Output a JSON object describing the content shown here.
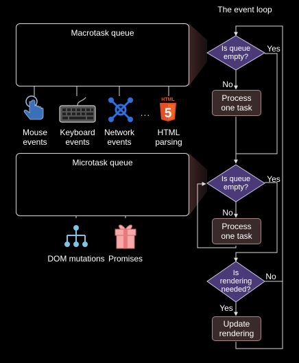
{
  "title": "The event loop",
  "macrotask_queue": {
    "title": "Macrotask queue",
    "sources": [
      {
        "icon": "hand-pointer-icon",
        "label": "Mouse\nevents"
      },
      {
        "icon": "keyboard-icon",
        "label": "Keyboard\nevents"
      },
      {
        "icon": "network-icon",
        "label": "Network\nevents"
      },
      {
        "icon": "ellipsis-icon",
        "label": "..."
      },
      {
        "icon": "html5-icon",
        "label": "HTML\nparsing"
      }
    ]
  },
  "microtask_queue": {
    "title": "Microtask queue",
    "sources": [
      {
        "icon": "dom-tree-icon",
        "label": "DOM mutations"
      },
      {
        "icon": "gift-icon",
        "label": "Promises"
      }
    ]
  },
  "html5_badge": {
    "text": "HTML",
    "digit": "5"
  },
  "loop": {
    "decision_macro": "Is queue\nempty?",
    "decision_micro": "Is queue\nempty?",
    "decision_render": "Is\nrendering\nneeded?",
    "process_macro": "Process\none task",
    "process_micro": "Process\none task",
    "update_rendering": "Update\nrendering",
    "yes": "Yes",
    "no": "No"
  },
  "colors": {
    "background": "#000000",
    "decision_fill": "#4a3a78",
    "process_fill": "#3a2a2a",
    "line": "#dcdcdc",
    "icon_blue": "#5b8fd6",
    "html5_orange": "#e34f26",
    "gift_pink": "#f7a8a8",
    "dom_blue": "#7ec4e6"
  }
}
